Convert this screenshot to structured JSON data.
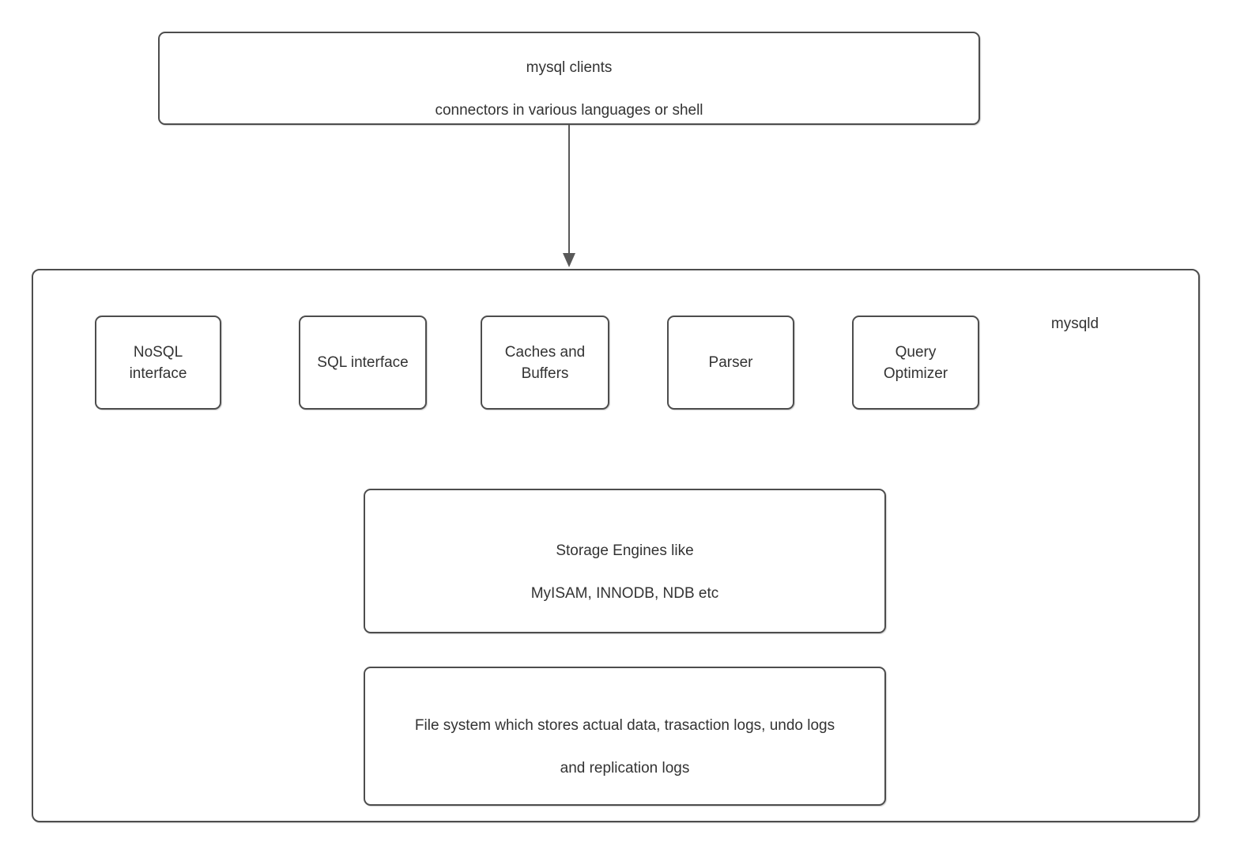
{
  "diagram": {
    "clients_box": {
      "lines": [
        "mysql clients",
        "connectors in various languages or shell"
      ]
    },
    "server_container": {
      "label": "mysqld"
    },
    "components": [
      {
        "label": "NoSQL\ninterface"
      },
      {
        "label": "SQL interface"
      },
      {
        "label": "Caches and\nBuffers"
      },
      {
        "label": "Parser"
      },
      {
        "label": "Query\nOptimizer"
      }
    ],
    "storage_box": {
      "lines": [
        "Storage Engines like",
        "MyISAM, INNODB, NDB etc"
      ]
    },
    "filesystem_box": {
      "lines": [
        "File system which stores actual data, trasaction logs, undo logs",
        "and replication logs"
      ]
    },
    "colors": {
      "border": "#4d4d4d",
      "text": "#333333",
      "arrow": "#595959",
      "background": "#ffffff"
    }
  }
}
